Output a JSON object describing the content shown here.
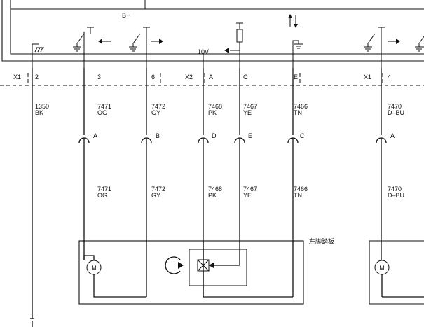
{
  "module": {
    "supply_label": "B+",
    "voltage_label": "10V"
  },
  "connectors": [
    {
      "name": "X1",
      "pins": [
        {
          "pin": "2",
          "circuit": "1350",
          "color": "BK"
        },
        {
          "pin": "3",
          "circuit": "7471",
          "color": "OG"
        },
        {
          "pin": "6",
          "circuit": "7472",
          "color": "GY"
        }
      ]
    },
    {
      "name": "X2",
      "pins": [
        {
          "pin": "A",
          "circuit": "7468",
          "color": "PK"
        },
        {
          "pin": "C",
          "circuit": "7467",
          "color": "YE"
        },
        {
          "pin": "E",
          "circuit": "7466",
          "color": "TN"
        }
      ]
    },
    {
      "name": "X1",
      "pins": [
        {
          "pin": "4",
          "circuit": "7470",
          "color": "D–BU"
        }
      ]
    }
  ],
  "inline_connector": {
    "pins": [
      "A",
      "B",
      "D",
      "E",
      "C",
      "A"
    ]
  },
  "wires_lower": [
    {
      "circuit": "7471",
      "color": "OG"
    },
    {
      "circuit": "7472",
      "color": "GY"
    },
    {
      "circuit": "7468",
      "color": "PK"
    },
    {
      "circuit": "7467",
      "color": "YE"
    },
    {
      "circuit": "7466",
      "color": "TN"
    },
    {
      "circuit": "7470",
      "color": "D–BU"
    }
  ],
  "component": {
    "title": "左脚踏板",
    "motor_symbol": "M"
  }
}
